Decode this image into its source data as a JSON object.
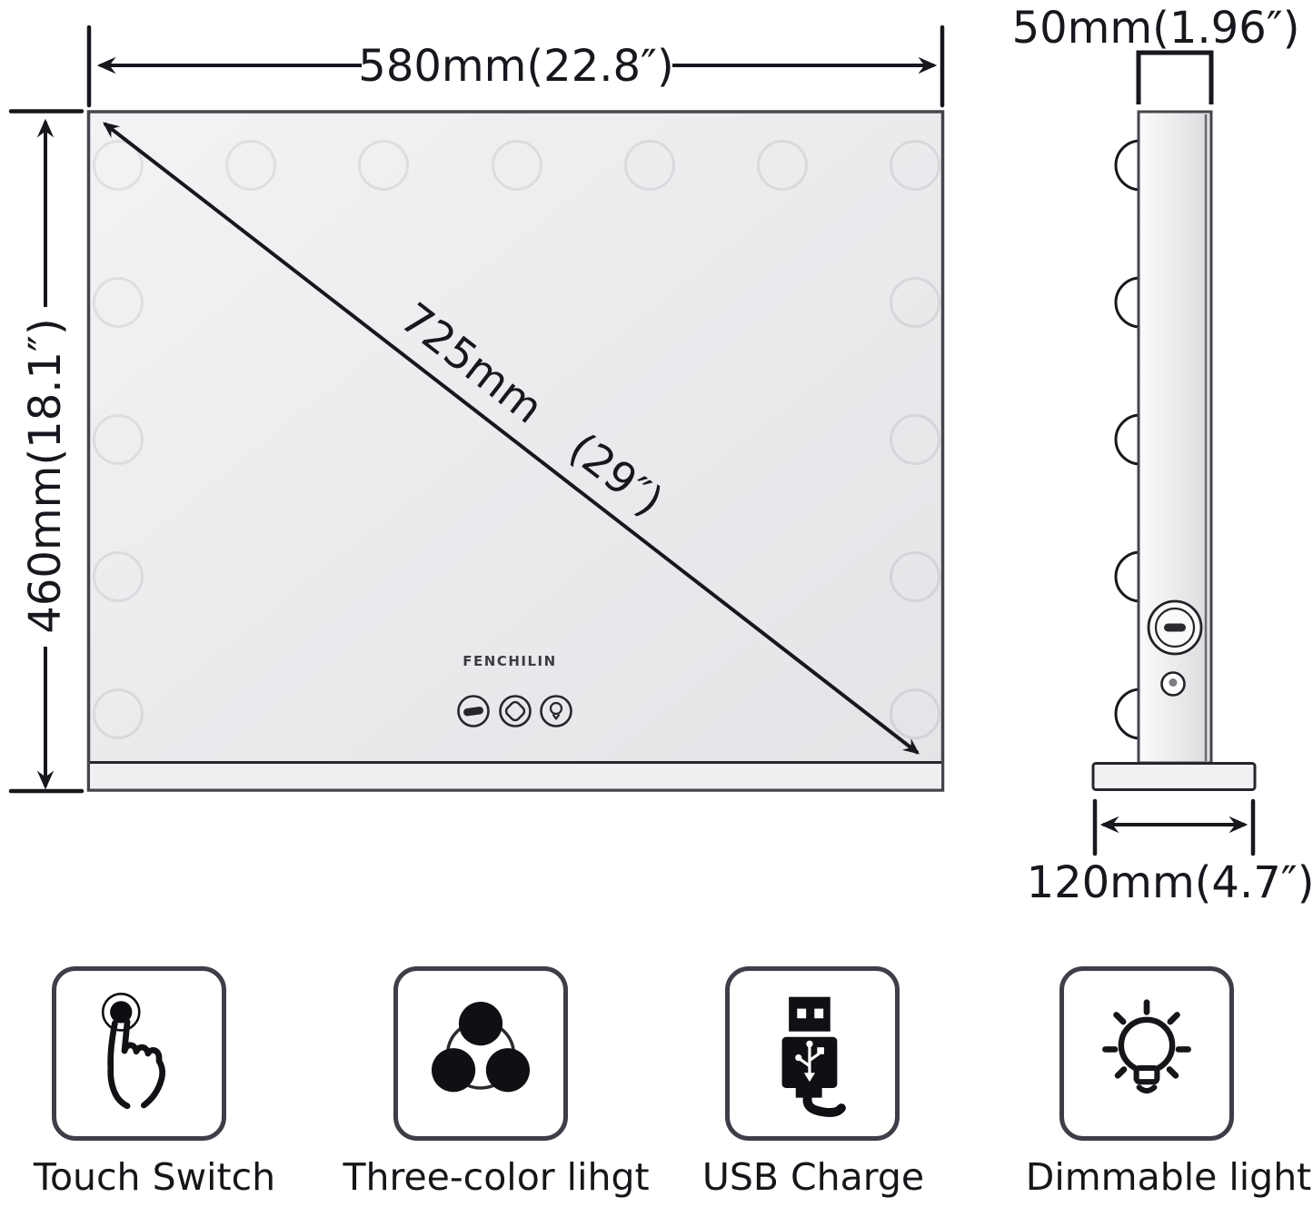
{
  "front_view": {
    "width_label": "580mm(22.8″)",
    "height_label": "460mm(18.1″)",
    "diagonal_label": "725mm (29″)",
    "brand": "FENCHILIN",
    "bulb_count": 15
  },
  "side_view": {
    "depth_label": "50mm(1.96″)",
    "base_width_label": "120mm(4.7″)",
    "bulb_count": 5
  },
  "features": [
    {
      "label": "Touch Switch",
      "icon": "touch-switch-icon"
    },
    {
      "label": "Three-color lihgt",
      "icon": "three-color-light-icon"
    },
    {
      "label": "USB Charge",
      "icon": "usb-charge-icon"
    },
    {
      "label": "Dimmable light",
      "icon": "dimmable-light-icon"
    }
  ],
  "colors": {
    "line": "#17171d",
    "mirror_fill": "#ebebee",
    "background": "#ffffff"
  }
}
